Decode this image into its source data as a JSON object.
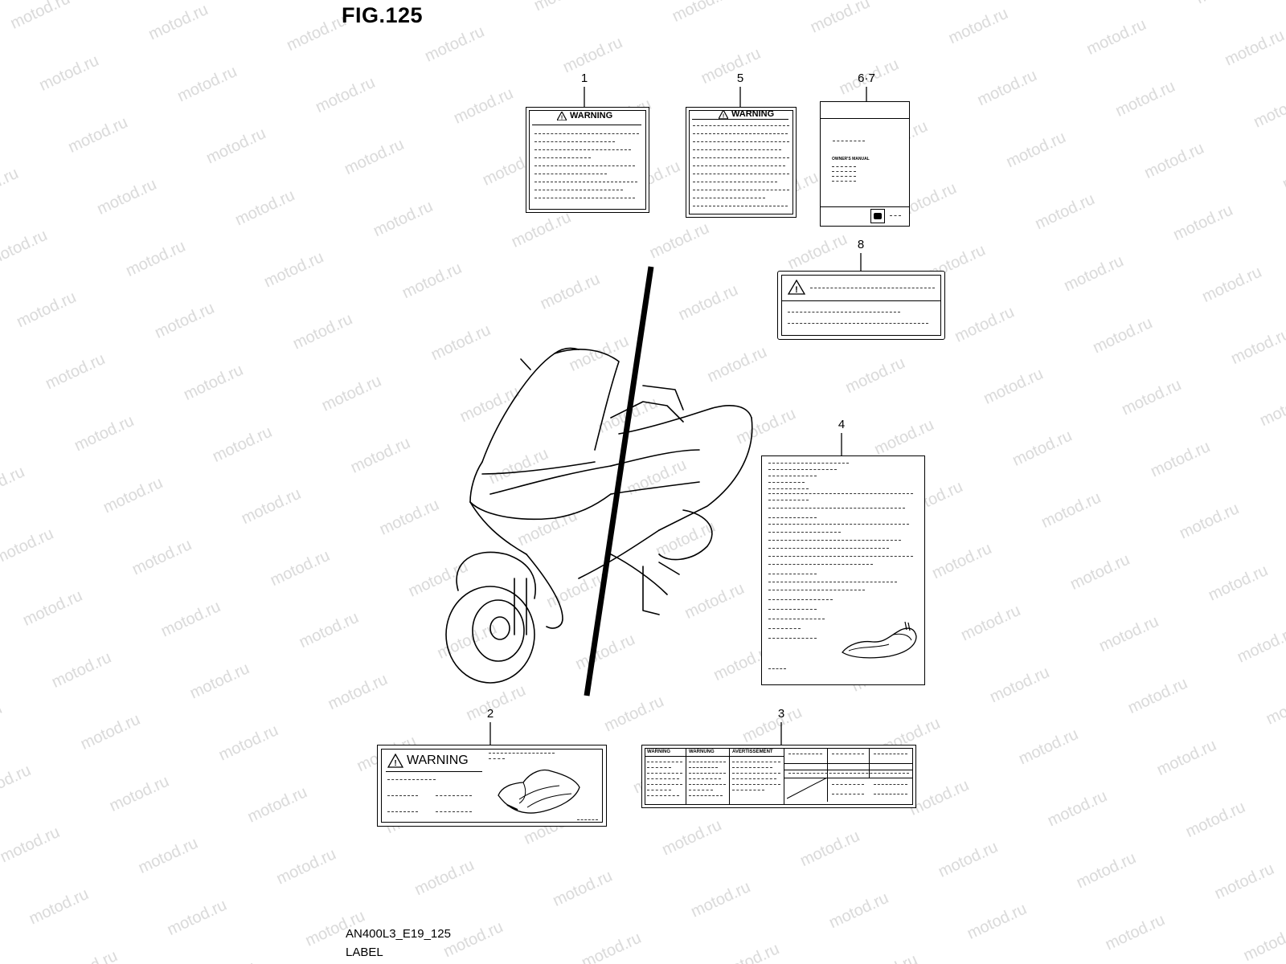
{
  "figure": {
    "title": "FIG.125",
    "code": "AN400L3_E19_125",
    "caption": "LABEL"
  },
  "watermark": {
    "text": "motod.ru",
    "color": "#d9d9d9"
  },
  "callouts": {
    "c1": "1",
    "c5": "5",
    "c67": "6·7",
    "c8": "8",
    "c4": "4",
    "c2": "2",
    "c3": "3"
  },
  "labels": {
    "label1": {
      "heading": "WARNING"
    },
    "label5": {
      "heading": "WARNING"
    },
    "label67": {
      "heading": "OWNER'S MANUAL"
    },
    "label2": {
      "heading": "WARNING"
    },
    "label3": {
      "warning_en": "WARNING",
      "warning_de": "WARNUNG",
      "warning_fr": "AVERTISSEMENT"
    }
  },
  "icons": [
    "warning-triangle-icon",
    "manual-logo-icon",
    "seat-icon",
    "scooter-illustration"
  ]
}
